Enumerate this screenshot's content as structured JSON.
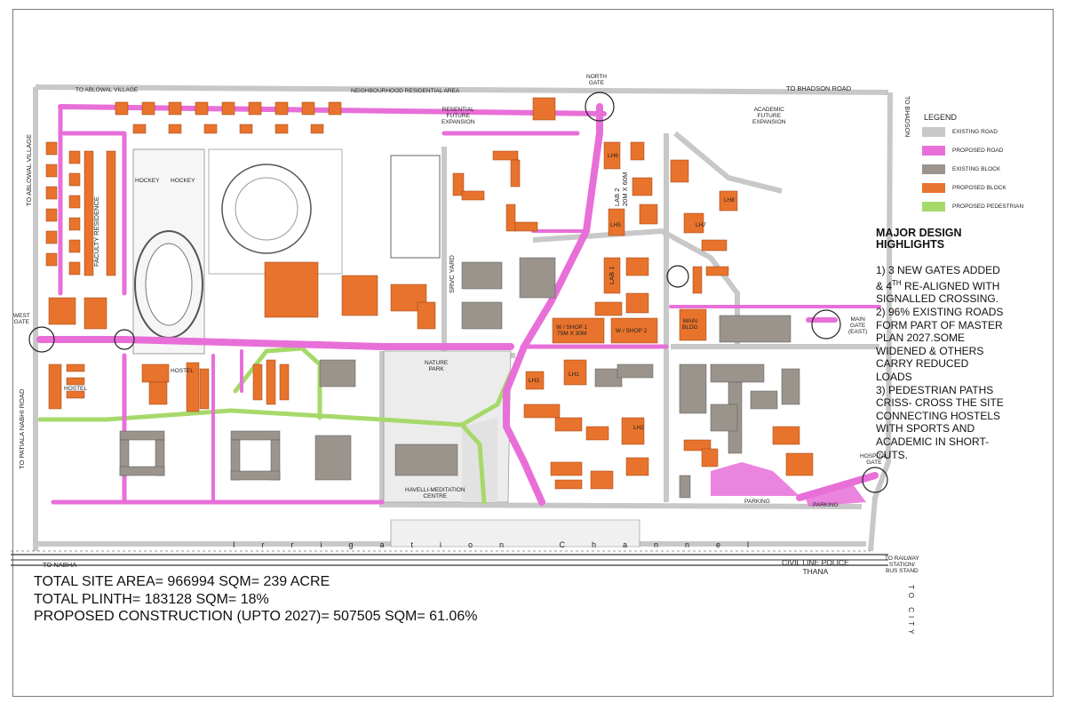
{
  "colors": {
    "existing_road": "#c8c8c8",
    "proposed_road": "#e86fd8",
    "existing_block": "#9b948c",
    "proposed_block": "#e8732c",
    "proposed_pedestrian": "#a6d96a",
    "park_fill": "#eeeeee"
  },
  "legend": {
    "title": "LEGEND",
    "items": [
      {
        "label": "EXISTING ROAD",
        "color_key": "existing_road"
      },
      {
        "label": "PROPOSED ROAD",
        "color_key": "proposed_road"
      },
      {
        "label": "EXISTING BLOCK",
        "color_key": "existing_block"
      },
      {
        "label": "PROPOSED BLOCK",
        "color_key": "proposed_block"
      },
      {
        "label": "PROPOSED PEDESTRIAN",
        "color_key": "proposed_pedestrian"
      }
    ]
  },
  "highlights": {
    "title": "MAJOR DESIGN\nHIGHLIGHTS",
    "p1a": "1) 3 NEW GATES ADDED\n& 4",
    "p1sup": "TH",
    "p1b": " RE-ALIGNED WITH\nSIGNALLED CROSSING.",
    "p2": "2) 96% EXISTING ROADS\nFORM PART OF MASTER\nPLAN 2027.SOME\nWIDENED & OTHERS\nCARRY REDUCED\nLOADS",
    "p3": "3) PEDESTRIAN PATHS\nCRISS- CROSS THE SITE\nCONNECTING HOSTELS\nWITH SPORTS AND\nACADEMIC IN SHORT-\nCUTS."
  },
  "stats": [
    "TOTAL SITE AREA= 966994 SQM= 239 ACRE",
    "TOTAL PLINTH= 183128 SQM= 18%",
    "PROPOSED CONSTRUCTION (UPTO 2027)= 507505 SQM= 61.06%"
  ],
  "labels": {
    "to_ablowal_village_top": "TO ABLOWAL VILLAGE",
    "neighbourhood": "NEIGHBOURHOOD RESIDENTIAL AREA",
    "to_bhadson_road": "TO BHADSON ROAD",
    "to_bhadson_vertical": "TO BHADSON",
    "north_gate": "NORTH\nGATE",
    "residential_future": "RESENTIAL\nFUTURE\nEXPANSION",
    "academic_future": "ACADEMIC\nFUTURE\nEXPANSION",
    "to_ablowal_village_side": "TO ABLOWAL VILLAGE",
    "to_patiala_nabhi_road": "TO PATIALA NABHI ROAD",
    "west_gate": "WEST\nGATE",
    "faculty_residence": "FACULTY RESIDENCE",
    "hockey1": "HOCKEY",
    "hockey2": "HOCKEY",
    "hostel1": "HOSTEL",
    "hostel2": "HOSTEL",
    "nature_park": "NATURE\nPARK",
    "havelli": "HAVELLI-MEDITATION\nCENTRE",
    "srvc_yard": "SRVC YARD",
    "lab1": "LAB 1",
    "lab2": "LAB 2\n20M X 60M",
    "w_shop1": "W / SHOP 1\n75M X 30M",
    "w_shop2": "W / SHOP 2",
    "main_bldg": "MAIN\nBLDG",
    "main_gate": "MAIN\nGATE\n(EAST)",
    "hospital_gate": "HOSPITAL\nGATE",
    "parking1": "PARKING",
    "parking2": "PARKING",
    "lh1": "LH1",
    "lh2": "LH2",
    "lh3": "LH3",
    "lh5": "LH5",
    "lh6": "LH6",
    "lh7": "LH7",
    "lh8": "LH8",
    "canal": "Irrigation Channel",
    "to_nabha": "TO NABHA",
    "civil_line": "CIVIL  LINE  POLICE\nTHANA",
    "to_railway": "TO RAILWAY\nSTATION/\nBUS STAND",
    "to_city": "TO CITY"
  }
}
